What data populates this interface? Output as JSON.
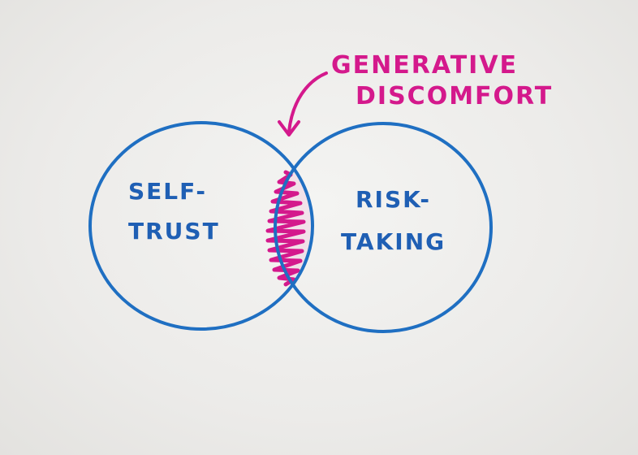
{
  "diagram": {
    "title_line1": "GENERATIVE",
    "title_line2": "DISCOMFORT",
    "left_circle": {
      "line1": "SELF-",
      "line2": "TRUST"
    },
    "right_circle": {
      "line1": "RISK-",
      "line2": "TAKING"
    },
    "colors": {
      "circle_stroke": "#1f6fc2",
      "circle_text": "#1f5fb4",
      "highlight": "#d4198c"
    }
  }
}
